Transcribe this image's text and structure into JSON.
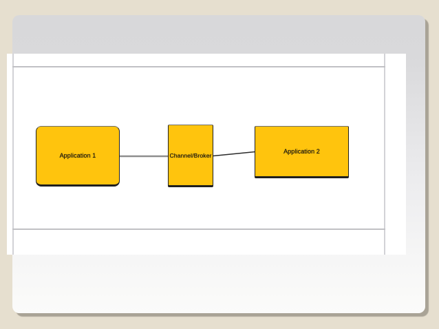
{
  "slide": {
    "background_color": "#e6dfcf",
    "card_top_color": "#d8d8da",
    "card_bottom_color": "#fbfbfa",
    "card_shadow_color": "#a9a396",
    "canvas_color": "#ffffff",
    "frame_line_color": "#c2c2c6"
  },
  "diagram": {
    "type": "flow",
    "boxes": [
      {
        "id": "application-1",
        "label": "Application 1",
        "fill": "#ffc40d",
        "border_color": "#1f1f1f"
      },
      {
        "id": "channel-broker",
        "label": "Channel/Broker",
        "fill": "#ffc40d",
        "border_color": "#1f1f1f"
      },
      {
        "id": "application-2",
        "label": "Application 2",
        "fill": "#ffc40d",
        "border_color": "#1f1f1f"
      }
    ],
    "connectors": [
      {
        "from": "application-1",
        "to": "channel-broker",
        "color": "#8e8e8e"
      },
      {
        "from": "channel-broker",
        "to": "application-2",
        "color": "#2a2a2a"
      }
    ]
  }
}
